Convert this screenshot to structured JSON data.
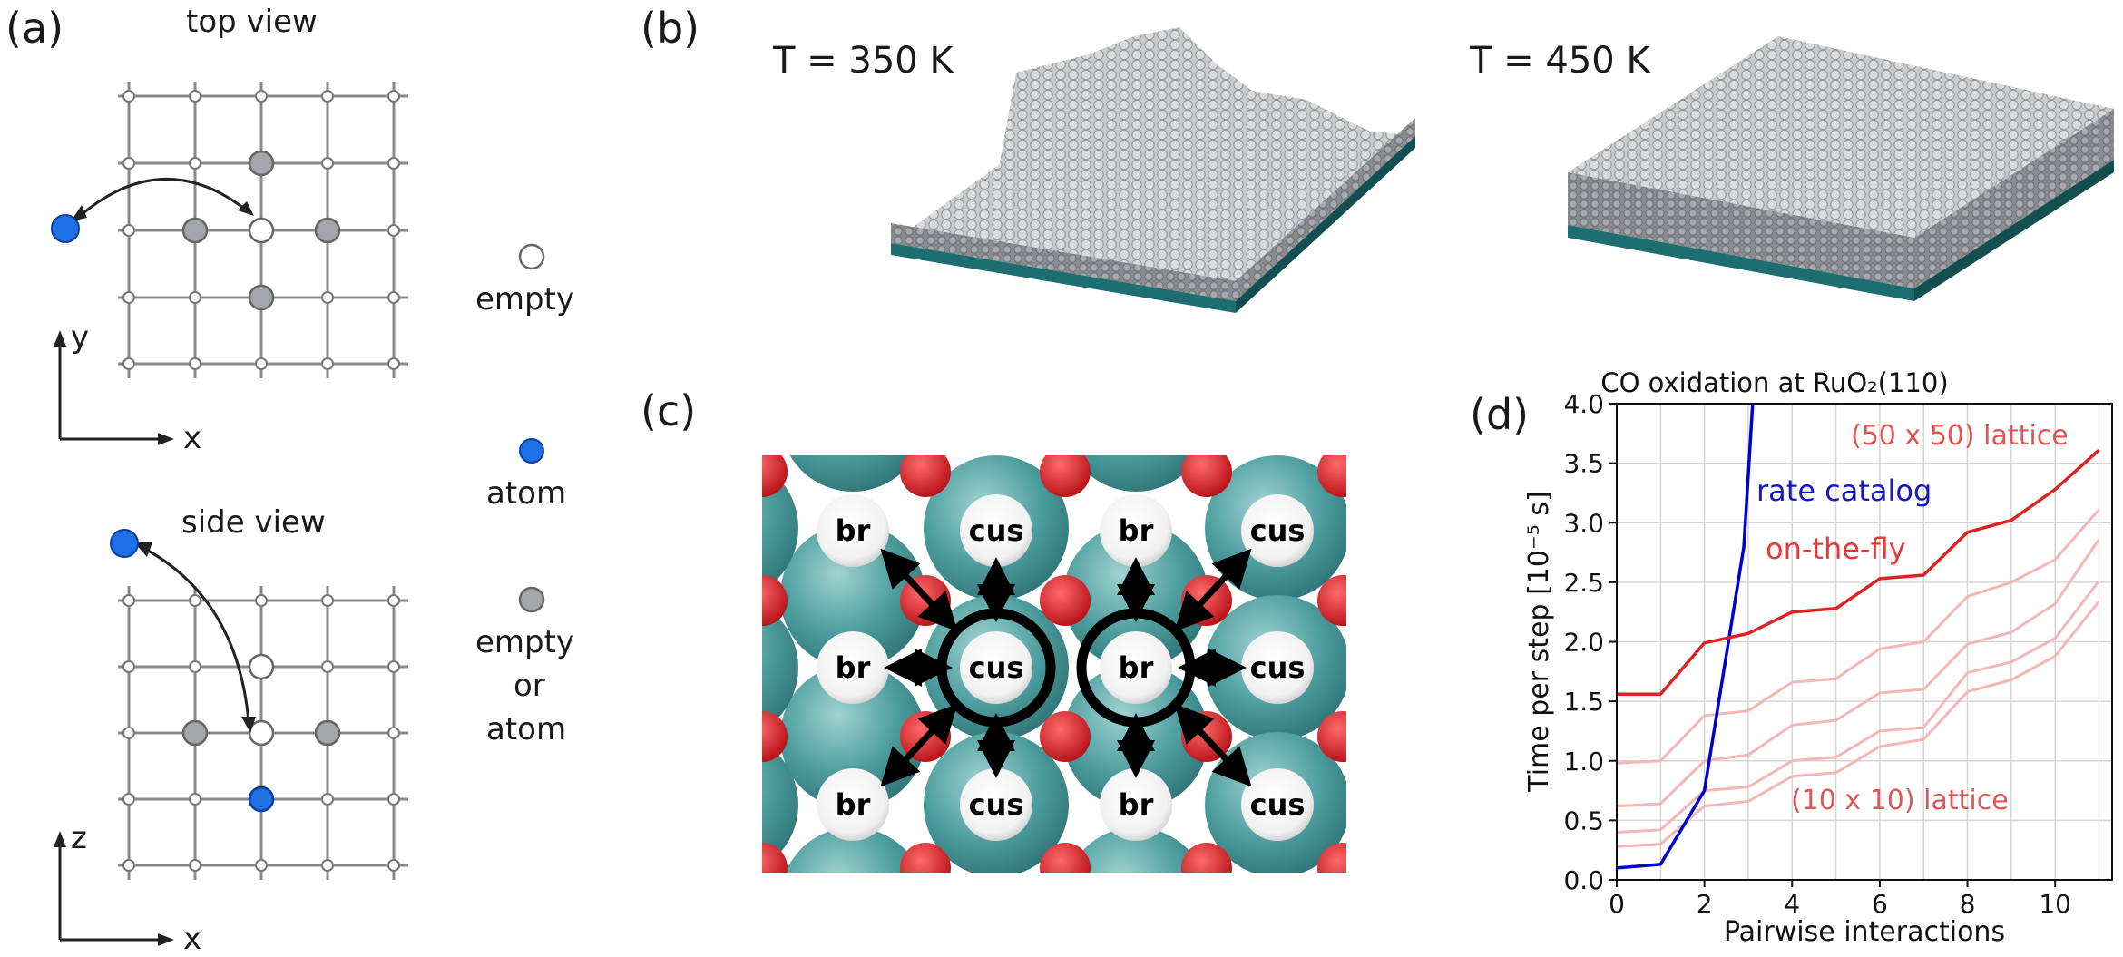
{
  "panel_a": {
    "label": "(a)",
    "top_view_title": "top view",
    "side_view_title": "side view",
    "axis_y": "y",
    "axis_z": "z",
    "axis_x_top": "x",
    "axis_x_side": "x",
    "legend": {
      "empty": "empty",
      "atom": "atom",
      "either_line1": "empty",
      "either_line2": "or",
      "either_line3": "atom"
    }
  },
  "panel_b": {
    "label": "(b)",
    "left_temp": "T = 350 K",
    "right_temp": "T = 450 K"
  },
  "panel_c": {
    "label": "(c)",
    "site_labels": {
      "br": "br",
      "cus": "cus"
    }
  },
  "panel_d": {
    "label": "(d)",
    "chart_data": {
      "type": "line",
      "title": "CO oxidation at RuO₂(110)",
      "xlabel": "Pairwise interactions",
      "ylabel": "Time per step [10⁻⁵ s]",
      "xlim": [
        0,
        11.3
      ],
      "ylim": [
        0,
        4.0
      ],
      "xticks": [
        0,
        2,
        4,
        6,
        8,
        10
      ],
      "yticks": [
        "0.0",
        "0.5",
        "1.0",
        "1.5",
        "2.0",
        "2.5",
        "3.0",
        "3.5",
        "4.0"
      ],
      "grid": true,
      "annotations": {
        "rate_catalog": "rate catalog",
        "on_the_fly": "on-the-fly",
        "big_lattice": "(50 x 50) lattice",
        "small_lattice": "(10 x 10) lattice"
      },
      "series": [
        {
          "name": "rate catalog",
          "color": "#0000cc",
          "x": [
            0,
            1,
            2,
            2.9,
            3.1
          ],
          "y": [
            0.1,
            0.13,
            0.75,
            2.8,
            4.0
          ]
        },
        {
          "name": "on-the-fly",
          "color": "#dd2222",
          "x": [
            0,
            1,
            2,
            3,
            4,
            5,
            6,
            7,
            8,
            9,
            10,
            11
          ],
          "y": [
            1.56,
            1.56,
            1.99,
            2.07,
            2.25,
            2.28,
            2.53,
            2.56,
            2.92,
            3.02,
            3.28,
            3.61
          ]
        },
        {
          "color": "#f4b6b6",
          "x": [
            0,
            1,
            2,
            3,
            4,
            5,
            6,
            7,
            8,
            9,
            10,
            11
          ],
          "y": [
            0.98,
            1.0,
            1.38,
            1.42,
            1.66,
            1.69,
            1.94,
            2.0,
            2.38,
            2.5,
            2.69,
            3.11
          ]
        },
        {
          "color": "#f4b6b6",
          "x": [
            0,
            1,
            2,
            3,
            4,
            5,
            6,
            7,
            8,
            9,
            10,
            11
          ],
          "y": [
            0.62,
            0.64,
            1.0,
            1.05,
            1.3,
            1.34,
            1.57,
            1.6,
            1.98,
            2.08,
            2.32,
            2.86
          ]
        },
        {
          "color": "#f4b6b6",
          "x": [
            0,
            1,
            2,
            3,
            4,
            5,
            6,
            7,
            8,
            9,
            10,
            11
          ],
          "y": [
            0.4,
            0.42,
            0.75,
            0.78,
            1.0,
            1.03,
            1.25,
            1.28,
            1.74,
            1.83,
            2.03,
            2.51
          ]
        },
        {
          "color": "#f4b6b6",
          "x": [
            0,
            1,
            2,
            3,
            4,
            5,
            6,
            7,
            8,
            9,
            10,
            11
          ],
          "y": [
            0.28,
            0.3,
            0.62,
            0.66,
            0.87,
            0.9,
            1.12,
            1.18,
            1.58,
            1.68,
            1.88,
            2.34
          ]
        }
      ]
    }
  }
}
